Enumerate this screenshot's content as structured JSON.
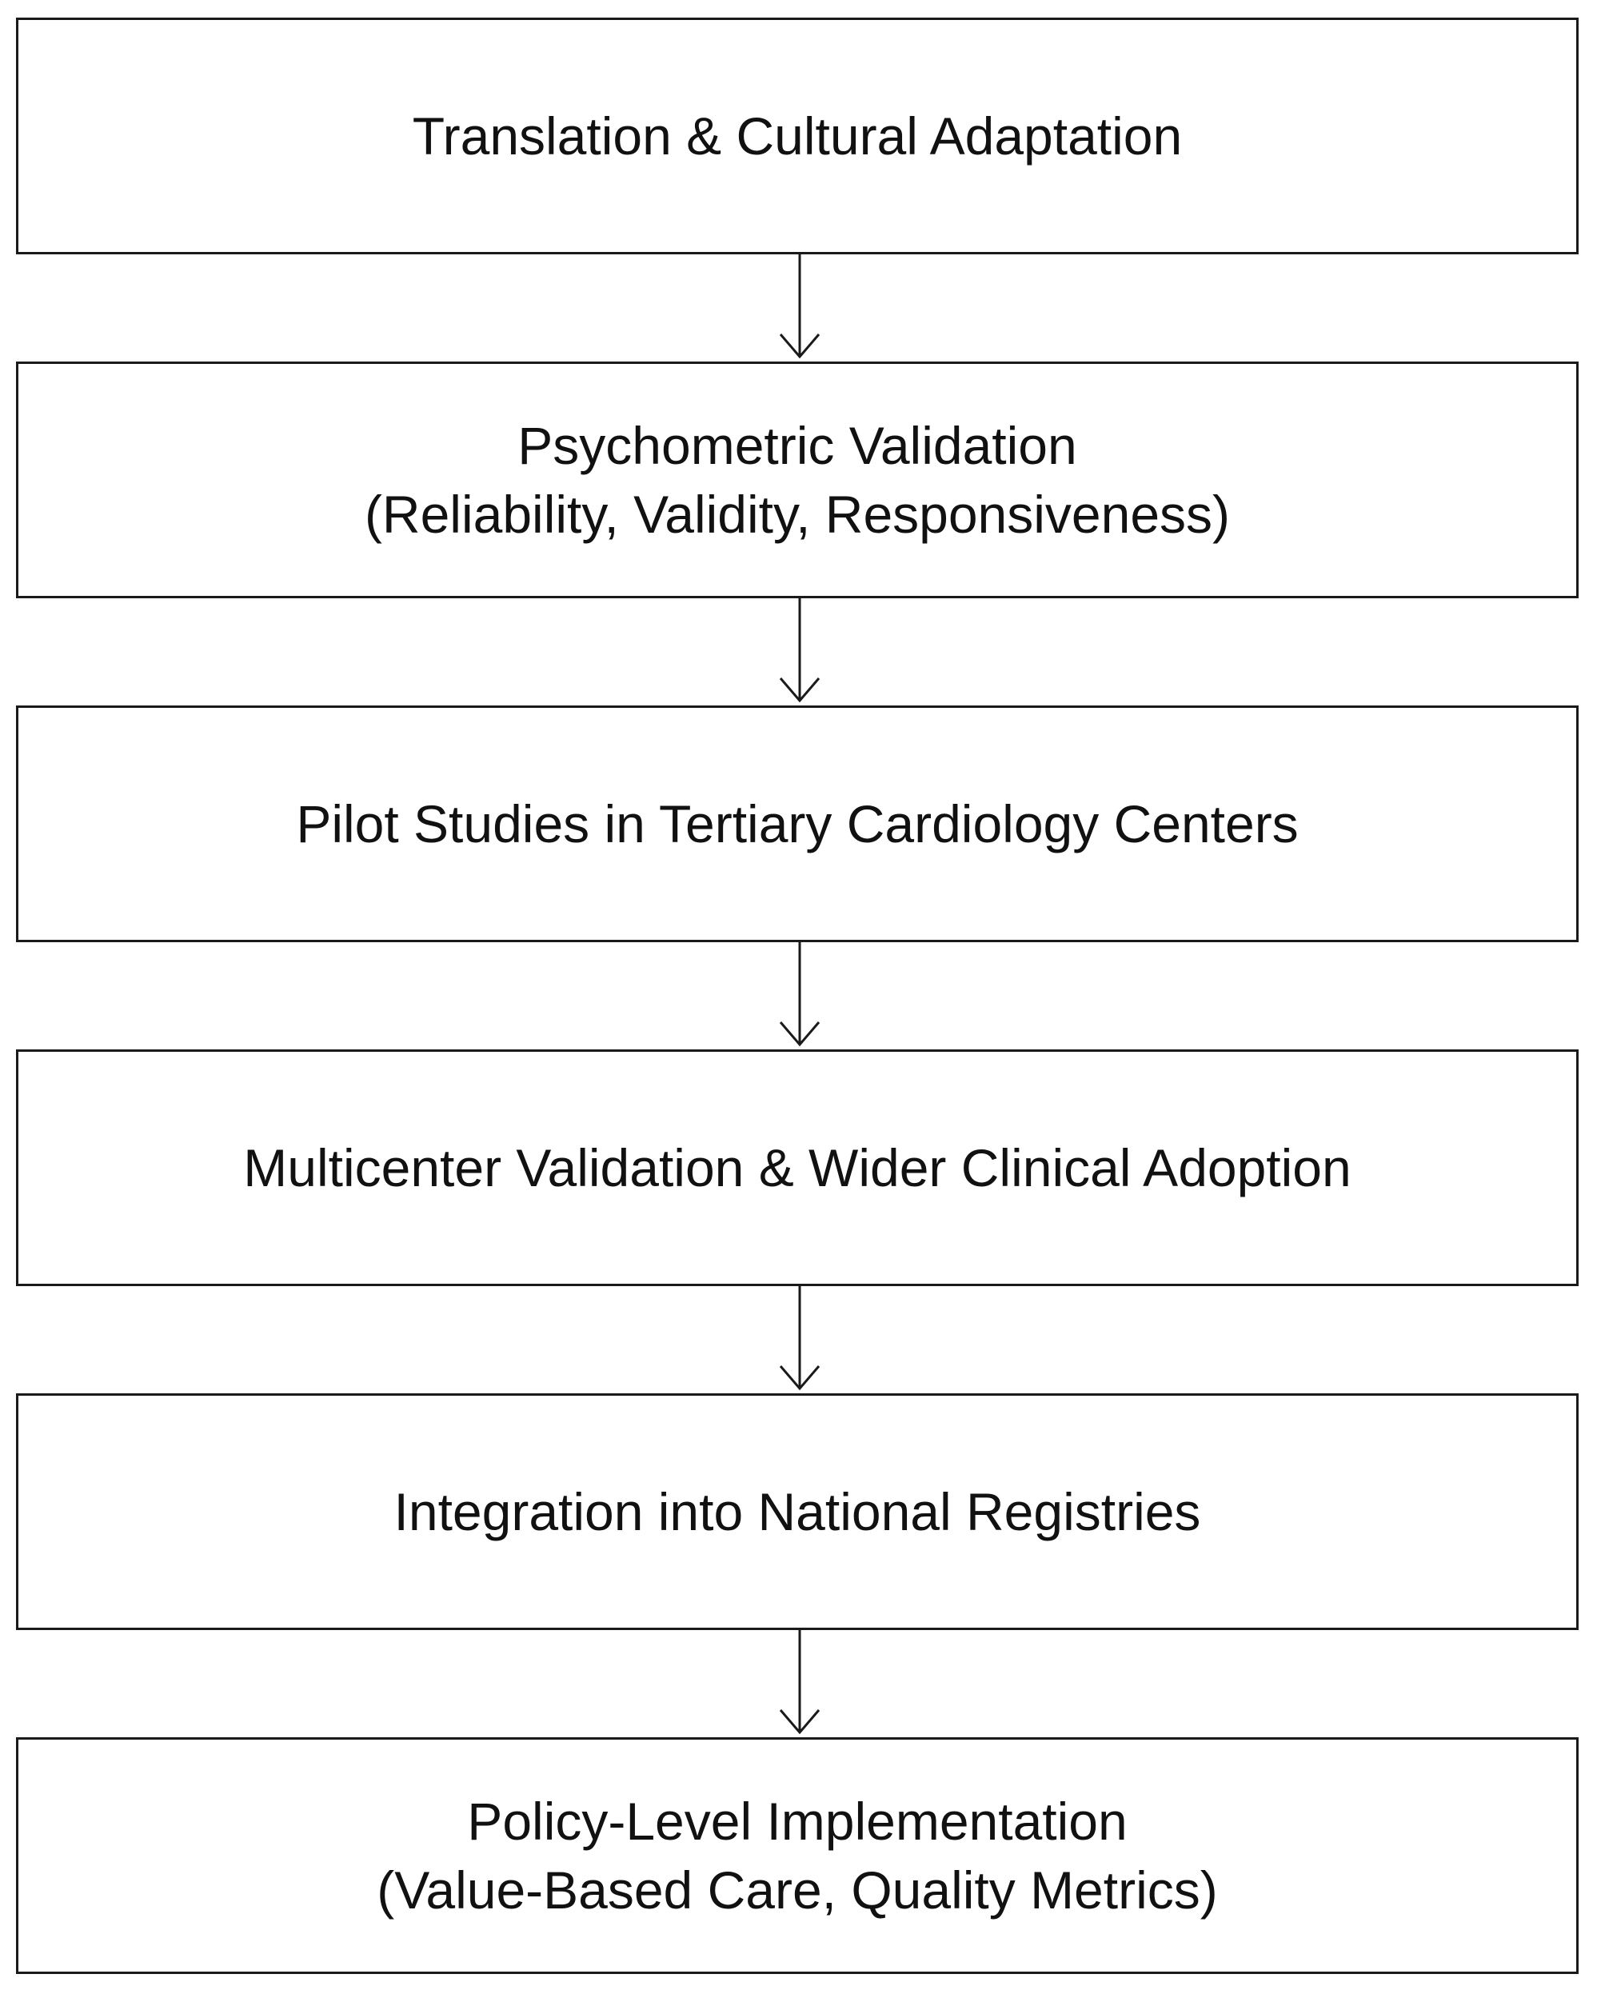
{
  "flowchart": {
    "steps": [
      {
        "id": "translation",
        "lines": [
          "Translation & Cultural Adaptation"
        ]
      },
      {
        "id": "psychometric",
        "lines": [
          "Psychometric Validation",
          "(Reliability, Validity, Responsiveness)"
        ]
      },
      {
        "id": "pilot",
        "lines": [
          "Pilot Studies in Tertiary Cardiology Centers"
        ]
      },
      {
        "id": "multicenter",
        "lines": [
          "Multicenter Validation & Wider Clinical Adoption"
        ]
      },
      {
        "id": "registries",
        "lines": [
          "Integration into National Registries"
        ]
      },
      {
        "id": "policy",
        "lines": [
          "Policy-Level Implementation",
          "(Value-Based Care, Quality Metrics)"
        ]
      }
    ],
    "connectors": [
      {
        "from": "translation",
        "to": "psychometric"
      },
      {
        "from": "psychometric",
        "to": "pilot"
      },
      {
        "from": "pilot",
        "to": "multicenter"
      },
      {
        "from": "multicenter",
        "to": "registries"
      },
      {
        "from": "registries",
        "to": "policy"
      }
    ],
    "colors": {
      "stroke": "#1a1a1a",
      "fill": "#ffffff",
      "text": "#111111"
    }
  }
}
